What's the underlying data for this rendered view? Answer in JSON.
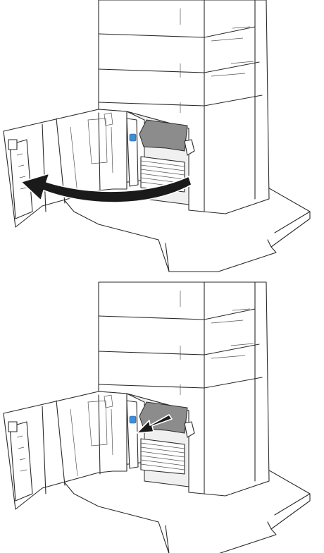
{
  "figure": {
    "panel_count": 2,
    "panels": [
      {
        "step": "open-tray-door",
        "arrow": "curved-left"
      },
      {
        "step": "remove-jammed-paper",
        "arrow": "straight-left"
      }
    ],
    "colors": {
      "line": "#2a2a2a",
      "jammed_paper": "#8c8c8c",
      "release_lever": "#3f8fd8",
      "arrow": "#1a1a1a"
    }
  }
}
